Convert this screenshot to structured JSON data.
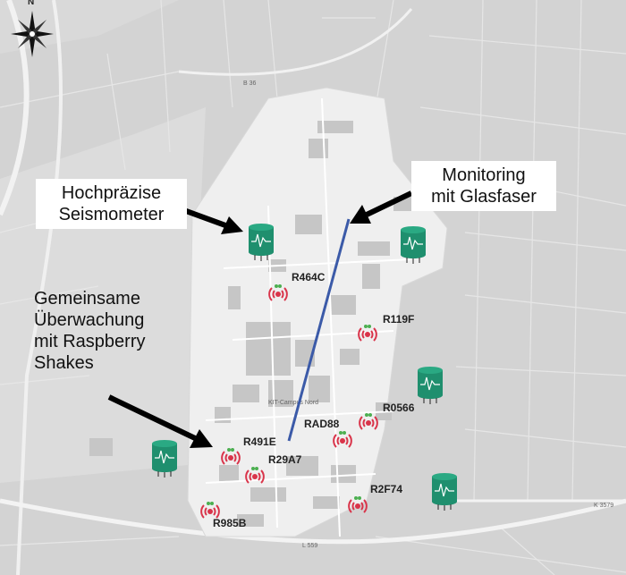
{
  "compass": {
    "north_label": "N"
  },
  "annotations": {
    "seismometer": {
      "lines": [
        "Hochpräzise",
        "Seismometer"
      ]
    },
    "fiber": {
      "lines": [
        "Monitoring",
        "mit Glasfaser"
      ]
    },
    "raspberry": {
      "lines": [
        "Gemeinsame",
        "Überwachung",
        "mit Raspberry",
        "Shakes"
      ]
    }
  },
  "stations": [
    {
      "code": "R464C"
    },
    {
      "code": "R119F"
    },
    {
      "code": "R0566"
    },
    {
      "code": "RAD88"
    },
    {
      "code": "R491E"
    },
    {
      "code": "R29A7"
    },
    {
      "code": "R2F74"
    },
    {
      "code": "R985B"
    }
  ],
  "road_labels": {
    "b36": "B 36",
    "l559": "L 559",
    "k3579": "K 3579",
    "campus_nord": "KIT-Campus Nord"
  },
  "colors": {
    "background": "#d4d4d4",
    "campus": "#efefef",
    "fiber_line": "#3b5aa8",
    "seismometer": "#1f8f6e",
    "raspberry_shake": "#d9344a",
    "arrow": "#000000"
  }
}
